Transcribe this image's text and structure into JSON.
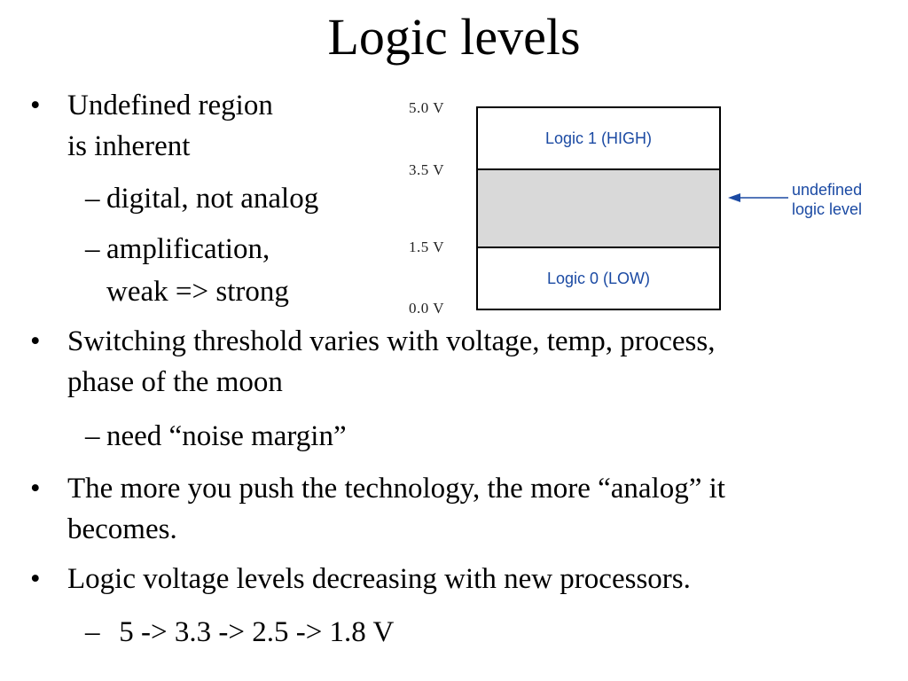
{
  "slide": {
    "title": "Logic levels"
  },
  "bullets": [
    {
      "level": 1,
      "marker": "•",
      "lines": [
        "Undefined region",
        "is inherent"
      ]
    },
    {
      "level": 2,
      "marker": "–",
      "lines": [
        "digital, not analog"
      ]
    },
    {
      "level": 2,
      "marker": "–",
      "lines": [
        "amplification,",
        "weak => strong"
      ]
    },
    {
      "level": 1,
      "marker": "•",
      "lines": [
        "Switching threshold varies with voltage, temp, process,",
        "phase of the moon"
      ]
    },
    {
      "level": 2,
      "marker": "–",
      "lines": [
        "need “noise margin”"
      ]
    },
    {
      "level": 1,
      "marker": "•",
      "lines": [
        "The more you push the technology, the more “analog” it",
        "becomes."
      ]
    },
    {
      "level": 1,
      "marker": "•",
      "lines": [
        "Logic voltage levels decreasing with new processors."
      ]
    },
    {
      "level": 2,
      "marker": "–",
      "lines": [
        " 5 -> 3.3 -> 2.5 -> 1.8 V"
      ]
    }
  ],
  "diagram": {
    "voltage_labels": [
      "5.0 V",
      "3.5 V",
      "1.5 V",
      "0.0 V"
    ],
    "zones": {
      "high": "Logic 1 (HIGH)",
      "undefined_fill": "#d9d9d9",
      "low": "Logic 0 (LOW)"
    },
    "annotation": [
      "undefined",
      "logic level"
    ],
    "accent_color": "#1b4aa3"
  }
}
